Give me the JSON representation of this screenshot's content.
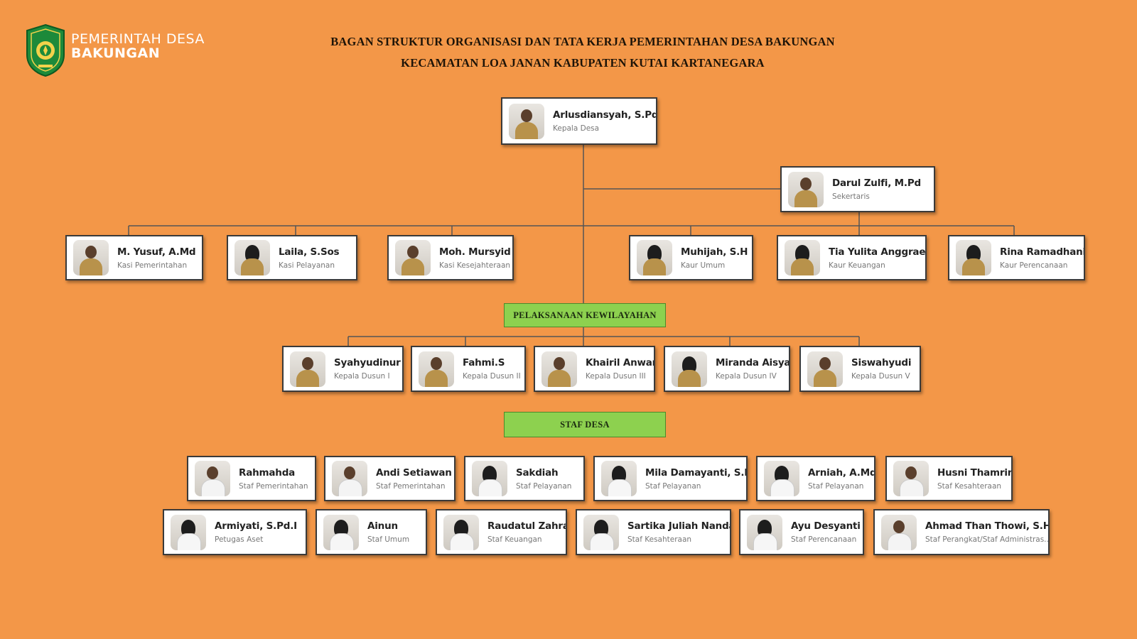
{
  "header": {
    "brand_line1": "PEMERINTAH DESA",
    "brand_line2": "BAKUNGAN",
    "title_line1": "BAGAN STRUKTUR ORGANISASI DAN TATA KERJA PEMERINTAHAN DESA BAKUNGAN",
    "title_line2": "KECAMATAN LOA JANAN KABUPATEN KUTAI KARTANEGARA",
    "logo_icon": "village-emblem-icon"
  },
  "colors": {
    "background": "#F39748",
    "banner": "#8DD14F",
    "line": "#555555"
  },
  "head": {
    "name": "Arlusdiansyah, S.Pd",
    "role": "Kepala Desa"
  },
  "secretary": {
    "name": "Darul Zulfi, M.Pd",
    "role": "Sekertaris"
  },
  "kasi": [
    {
      "name": "M. Yusuf, A.Md",
      "role": "Kasi Pemerintahan"
    },
    {
      "name": "Laila, S.Sos",
      "role": "Kasi Pelayanan"
    },
    {
      "name": "Moh. Mursyid",
      "role": "Kasi Kesejahteraan"
    }
  ],
  "kaur": [
    {
      "name": "Muhijah, S.H",
      "role": "Kaur Umum"
    },
    {
      "name": "Tia Yulita Anggraeini",
      "role": "Kaur Keuangan"
    },
    {
      "name": "Rina Ramadhani",
      "role": "Kaur Perencanaan"
    }
  ],
  "banner_wilayah": "PELAKSANAAN KEWILAYAHAN",
  "dusun": [
    {
      "name": "Syahyudinur",
      "role": "Kepala Dusun I"
    },
    {
      "name": "Fahmi.S",
      "role": "Kepala Dusun II"
    },
    {
      "name": "Khairil Anwar",
      "role": "Kepala Dusun III"
    },
    {
      "name": "Miranda Aisyah",
      "role": "Kepala Dusun IV"
    },
    {
      "name": "Siswahyudi",
      "role": "Kepala Dusun V"
    }
  ],
  "banner_staf": "STAF DESA",
  "staf_row1": [
    {
      "name": "Rahmahda",
      "role": "Staf Pemerintahan"
    },
    {
      "name": "Andi Setiawan",
      "role": "Staf Pemerintahan"
    },
    {
      "name": "Sakdiah",
      "role": "Staf Pelayanan"
    },
    {
      "name": "Mila Damayanti, S.Pd",
      "role": "Staf Pelayanan"
    },
    {
      "name": "Arniah, A.Md",
      "role": "Staf Pelayanan"
    },
    {
      "name": "Husni Thamrin",
      "role": "Staf Kesahteraan"
    }
  ],
  "staf_row2": [
    {
      "name": "Armiyati, S.Pd.I",
      "role": "Petugas Aset"
    },
    {
      "name": "Ainun",
      "role": "Staf Umum"
    },
    {
      "name": "Raudatul Zahra",
      "role": "Staf Keuangan"
    },
    {
      "name": "Sartika Juliah Nanda",
      "role": "Staf Kesahteraan"
    },
    {
      "name": "Ayu Desyanti",
      "role": "Staf Perencanaan"
    },
    {
      "name": "Ahmad Than Thowi, S.H",
      "role": "Staf Perangkat/Staf Administras..."
    }
  ]
}
